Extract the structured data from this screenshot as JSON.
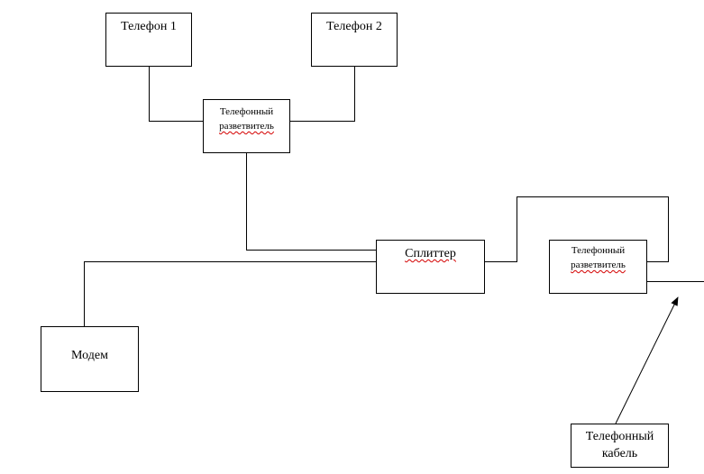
{
  "diagram": {
    "nodes": {
      "phone1": {
        "label": "Телефон 1"
      },
      "phone2": {
        "label": "Телефон 2"
      },
      "phone_splitter_top": {
        "line1": "Телефонный",
        "line2": "разветвитель"
      },
      "splitter": {
        "label": "Сплиттер"
      },
      "phone_splitter_right": {
        "line1": "Телефонный",
        "line2": "разветвитель"
      },
      "modem": {
        "label": "Модем"
      },
      "phone_cable": {
        "line1": "Телефонный",
        "line2": "кабель"
      }
    },
    "edges": [
      {
        "from": "phone1",
        "to": "phone_splitter_top"
      },
      {
        "from": "phone2",
        "to": "phone_splitter_top"
      },
      {
        "from": "phone_splitter_top",
        "to": "splitter"
      },
      {
        "from": "modem",
        "to": "splitter"
      },
      {
        "from": "splitter",
        "to": "phone_splitter_right"
      },
      {
        "from": "phone_cable",
        "to": "phone_splitter_right",
        "arrow": true
      }
    ],
    "colors": {
      "line": "#000000",
      "spellcheck_underline": "#d40000"
    }
  }
}
